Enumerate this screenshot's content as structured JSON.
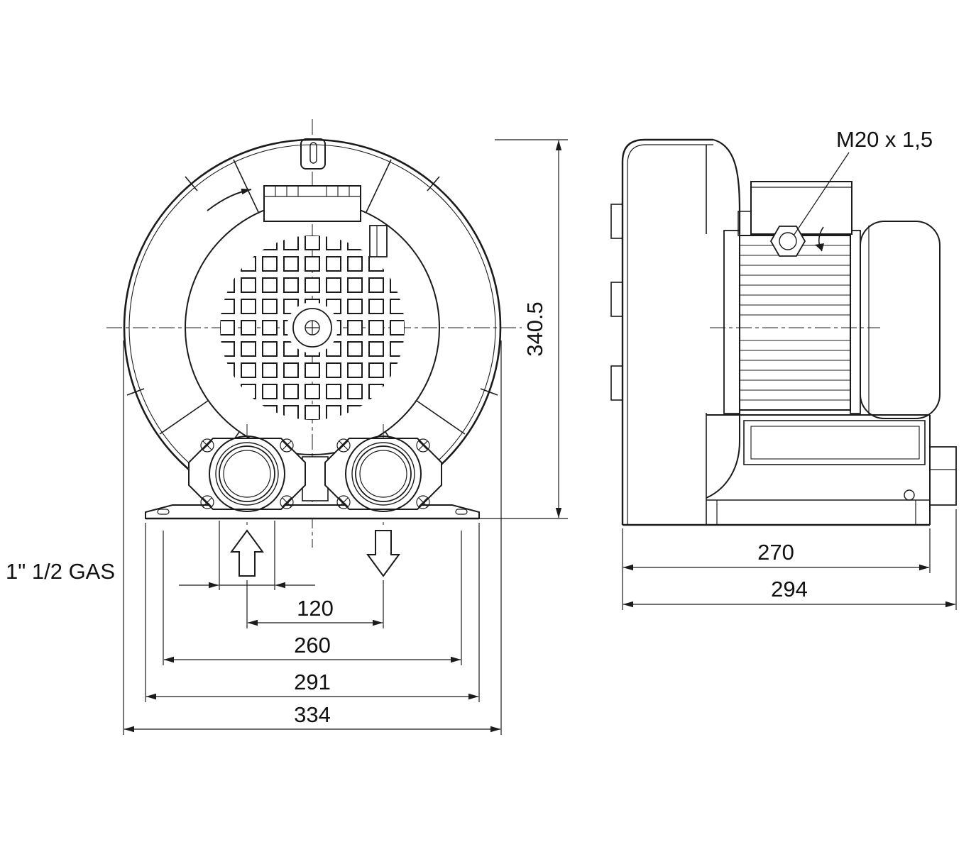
{
  "drawing": {
    "type": "technical-dimension-drawing",
    "subject": "side-channel-blower-two-views",
    "line_color": "#1b1b1b",
    "background": "#ffffff"
  },
  "front_view": {
    "labels": {
      "height": "340.5",
      "port_spacing": "120",
      "foot_slot_spacing": "260",
      "base_width": "291",
      "overall_width": "334",
      "port_thread": "1\" 1/2 GAS"
    }
  },
  "side_view": {
    "labels": {
      "cable_gland": "M20 x 1,5",
      "body_depth": "270",
      "overall_depth": "294"
    }
  }
}
